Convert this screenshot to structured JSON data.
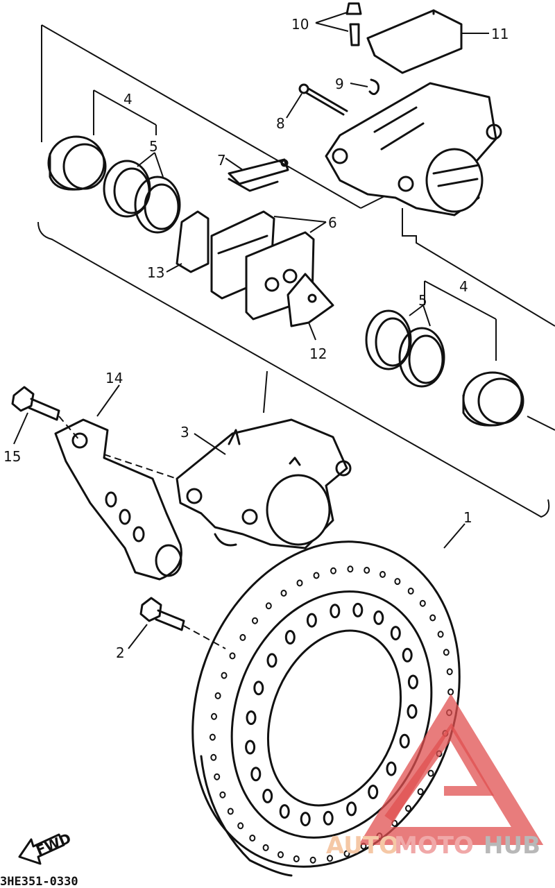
{
  "part_labels": [
    {
      "id": "1",
      "text": "1"
    },
    {
      "id": "2",
      "text": "2"
    },
    {
      "id": "3",
      "text": "3"
    },
    {
      "id": "4a",
      "text": "4"
    },
    {
      "id": "4b",
      "text": "4"
    },
    {
      "id": "5a",
      "text": "5"
    },
    {
      "id": "5b",
      "text": "5"
    },
    {
      "id": "6",
      "text": "6"
    },
    {
      "id": "7",
      "text": "7"
    },
    {
      "id": "8",
      "text": "8"
    },
    {
      "id": "9",
      "text": "9"
    },
    {
      "id": "10",
      "text": "10"
    },
    {
      "id": "11",
      "text": "11"
    },
    {
      "id": "12",
      "text": "12"
    },
    {
      "id": "13",
      "text": "13"
    },
    {
      "id": "14",
      "text": "14"
    },
    {
      "id": "15",
      "text": "15"
    }
  ],
  "diagram_code": "3HE351-0330",
  "front_arrow": "FWD",
  "watermark": {
    "auto": "AUTO",
    "moto": "MOTO",
    "hub": "HUB",
    "logo_color": "#e05050"
  }
}
